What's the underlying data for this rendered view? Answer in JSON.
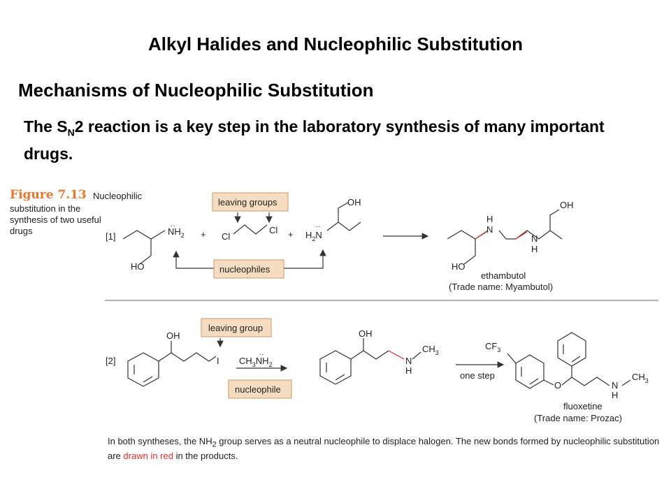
{
  "slide": {
    "title": "Alkyl Halides and Nucleophilic Substitution",
    "heading": "Mechanisms of Nucleophilic Substitution",
    "intro_pre": "The S",
    "intro_sub": "N",
    "intro_post": "2 reaction is a key step in the laboratory synthesis of many important drugs."
  },
  "figure": {
    "label": "Figure 7.13",
    "caption_first": "Nucleophilic",
    "caption_rest": "substitution in the synthesis of two useful drugs",
    "colors": {
      "box_fill": "#f6dcc0",
      "box_border": "#c99a6a",
      "new_bond": "#d8322b",
      "figure_label": "#e8762c"
    },
    "reaction1": {
      "number": "[1]",
      "leaving_label": "leaving groups",
      "nucleophile_label": "nucleophiles",
      "plus": "+",
      "nh2": "NH",
      "h2n": "H",
      "n": "N",
      "two": "2",
      "cl": "Cl",
      "ho": "HO",
      "oh": "OH",
      "h": "H",
      "product_name": "ethambutol",
      "trade_name": "(Trade name: Myambutol)"
    },
    "reaction2": {
      "number": "[2]",
      "leaving_label": "leaving group",
      "nucleophile_label": "nucleophile",
      "reagent_ch": "CH",
      "reagent_nh": "NH",
      "three": "3",
      "two": "2",
      "iodine": "I",
      "oh": "OH",
      "ch": "CH",
      "n": "N",
      "h": "H",
      "cf": "CF",
      "o": "O",
      "arrow_label": "one step",
      "product_name": "fluoxetine",
      "trade_name": "(Trade name: Prozac)"
    },
    "footnote_a": "In both syntheses, the NH",
    "footnote_sub": "2",
    "footnote_b": " group serves as a neutral nucleophile to displace halogen. The new bonds formed by nucleophilic substitution are ",
    "footnote_red": "drawn in red",
    "footnote_c": " in the products."
  }
}
